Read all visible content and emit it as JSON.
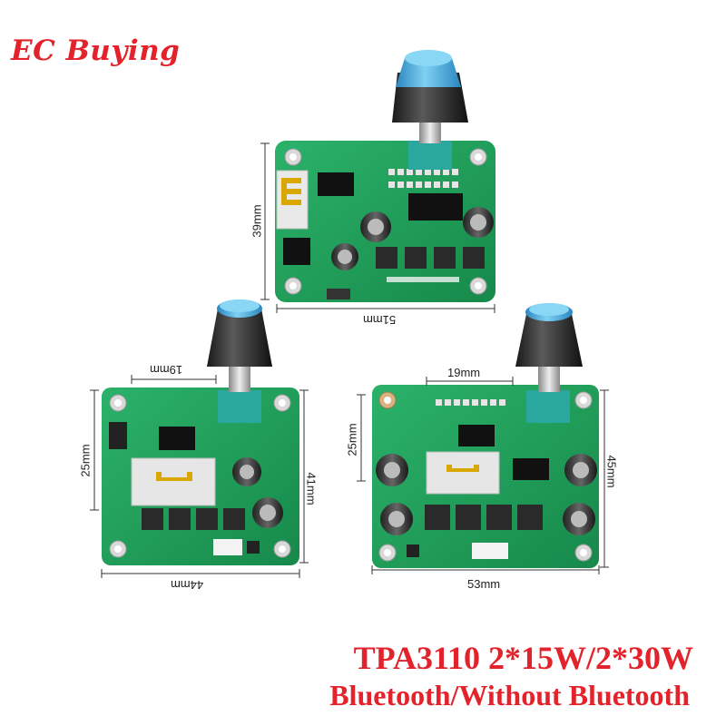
{
  "brand": {
    "logo_text": "EC Buying"
  },
  "headline": {
    "line1": "TPA3110 2*15W/2*30W",
    "line2": "Bluetooth/Without Bluetooth"
  },
  "boards": {
    "top": {
      "height_label": "39mm",
      "width_label": "51mm"
    },
    "left": {
      "inner_width_label": "19mm",
      "inner_height_label": "25mm",
      "height_label": "41mm",
      "width_label": "44mm"
    },
    "right": {
      "inner_width_label": "19mm",
      "inner_height_label": "25mm",
      "height_label": "45mm",
      "width_label": "53mm"
    }
  },
  "colors": {
    "brand_red": "#e3232b",
    "pcb_green": "#1f9a55",
    "knob_blue": "#3aa6dc"
  }
}
